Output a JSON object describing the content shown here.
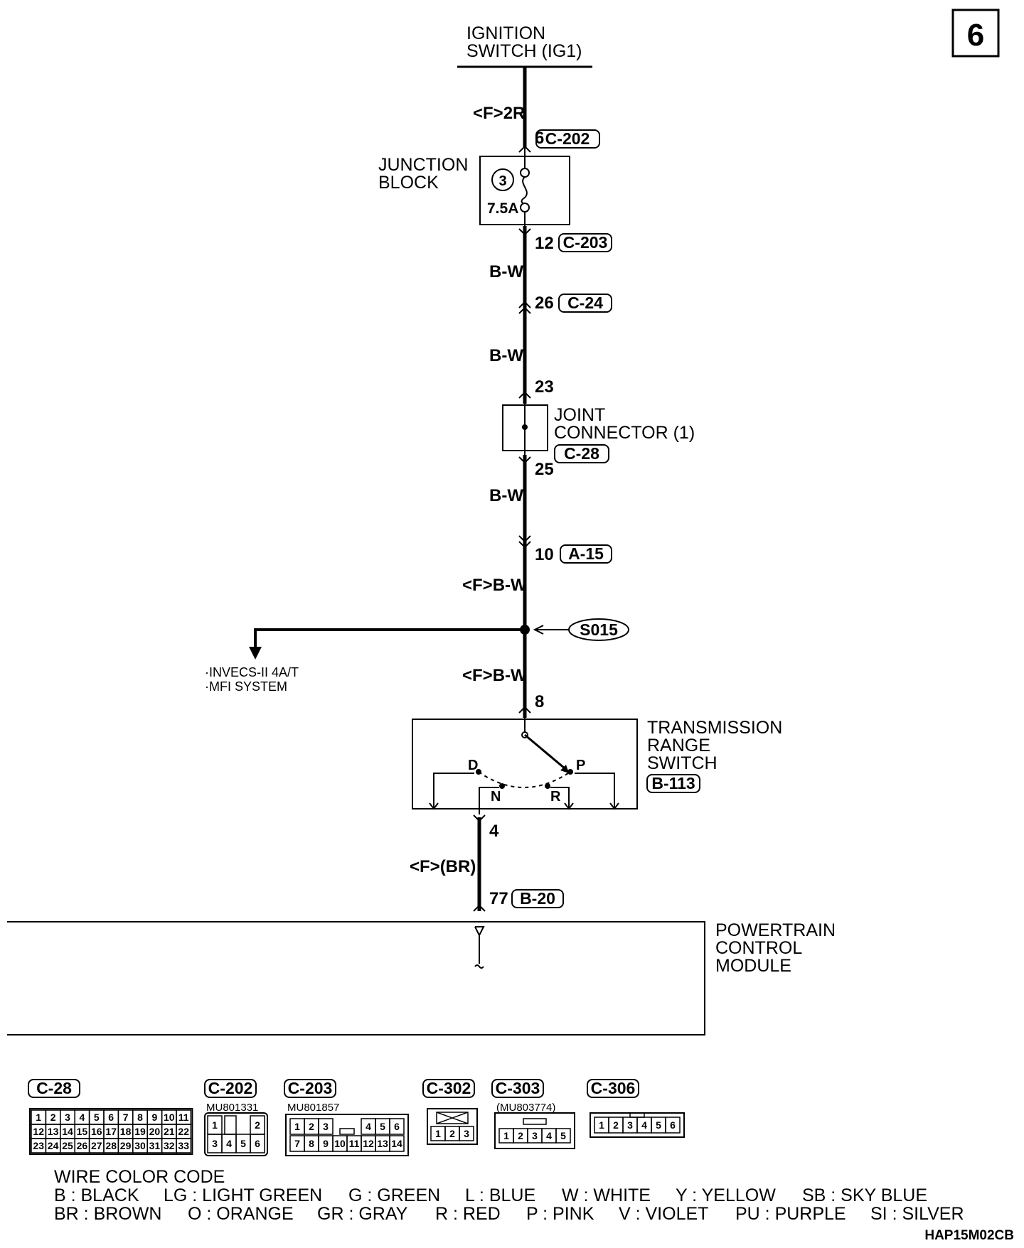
{
  "page_number": "6",
  "diagram_id": "HAP15M02CB",
  "ignition": {
    "line1": "IGNITION",
    "line2": "SWITCH (IG1)"
  },
  "wires": {
    "w1": "<F>2R",
    "w2": "B-W",
    "w3": "B-W",
    "w4": "B-W",
    "w5": "<F>B-W",
    "w6": "<F>B-W",
    "w7": "<F>(BR)"
  },
  "pins": {
    "p_c202": "6",
    "p_c203": "12",
    "p_c24": "26",
    "p_jc_in": "23",
    "p_jc_out": "25",
    "p_a15": "10",
    "p_trs_in": "8",
    "p_trs_out": "4",
    "p_b20": "77"
  },
  "connectors": {
    "c202": "C-202",
    "c203": "C-203",
    "c24": "C-24",
    "c28": "C-28",
    "a15": "A-15",
    "b113": "B-113",
    "b20": "B-20"
  },
  "junction_block": {
    "line1": "JUNCTION",
    "line2": "BLOCK",
    "fuse_no": "3",
    "fuse_rating": "7.5A"
  },
  "joint_connector": {
    "line1": "JOINT",
    "line2": "CONNECTOR (1)"
  },
  "splice": "S015",
  "branch": {
    "line1": "·INVECS-II 4A/T",
    "line2": "·MFI SYSTEM"
  },
  "trs": {
    "line1": "TRANSMISSION",
    "line2": "RANGE",
    "line3": "SWITCH",
    "pos_d": "D",
    "pos_p": "P",
    "pos_n": "N",
    "pos_r": "R"
  },
  "pcm": {
    "line1": "POWERTRAIN",
    "line2": "CONTROL",
    "line3": "MODULE"
  },
  "connector_views": {
    "c28": {
      "label": "C-28",
      "rows": [
        [
          "1",
          "2",
          "3",
          "4",
          "5",
          "6",
          "7",
          "8",
          "9",
          "10",
          "11"
        ],
        [
          "12",
          "13",
          "14",
          "15",
          "16",
          "17",
          "18",
          "19",
          "20",
          "21",
          "22"
        ],
        [
          "23",
          "24",
          "25",
          "26",
          "27",
          "28",
          "29",
          "30",
          "31",
          "32",
          "33"
        ]
      ]
    },
    "c202": {
      "label": "C-202",
      "part": "MU801331",
      "top": [
        "1",
        "2"
      ],
      "bottom": [
        "3",
        "4",
        "5",
        "6"
      ]
    },
    "c203": {
      "label": "C-203",
      "part": "MU801857",
      "top_left": [
        "1",
        "2",
        "3"
      ],
      "top_right": [
        "4",
        "5",
        "6"
      ],
      "bottom": [
        "7",
        "8",
        "9",
        "10",
        "11",
        "12",
        "13",
        "14"
      ]
    },
    "c302": {
      "label": "C-302",
      "pins": [
        "1",
        "2",
        "3"
      ]
    },
    "c303": {
      "label": "C-303",
      "part": "(MU803774)",
      "pins": [
        "1",
        "2",
        "3",
        "4",
        "5"
      ]
    },
    "c306": {
      "label": "C-306",
      "pins": [
        "1",
        "2",
        "3",
        "4",
        "5",
        "6"
      ]
    }
  },
  "legend": {
    "title": "WIRE COLOR CODE",
    "row1": [
      "B : BLACK",
      "LG : LIGHT GREEN",
      "G : GREEN",
      "L : BLUE",
      "W : WHITE",
      "Y : YELLOW",
      "SB : SKY BLUE"
    ],
    "row2": [
      "BR : BROWN",
      "O : ORANGE",
      "GR : GRAY",
      "R : RED",
      "P : PINK",
      "V : VIOLET",
      "PU : PURPLE",
      "SI : SILVER"
    ]
  }
}
